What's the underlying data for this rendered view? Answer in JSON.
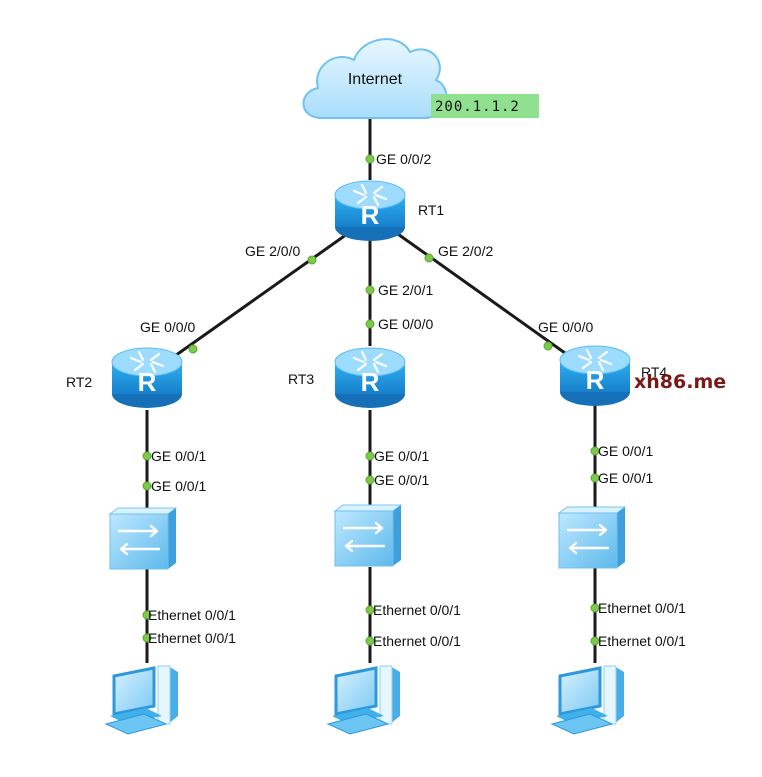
{
  "internet": {
    "label": "Internet",
    "ip": "200.1.1.2",
    "ip_bg": "#8fe08f"
  },
  "devices": {
    "rt1": {
      "label": "RT1",
      "icon": "router-icon"
    },
    "rt2": {
      "label": "RT2",
      "icon": "router-icon"
    },
    "rt3": {
      "label": "RT3",
      "icon": "router-icon"
    },
    "rt4": {
      "label": "RT4",
      "icon": "router-icon"
    },
    "sw2": {
      "icon": "switch-icon"
    },
    "sw3": {
      "icon": "switch-icon"
    },
    "sw4": {
      "icon": "switch-icon"
    },
    "pc2": {
      "icon": "pc-icon"
    },
    "pc3": {
      "icon": "pc-icon"
    },
    "pc4": {
      "icon": "pc-icon"
    }
  },
  "ports": {
    "rt1_up": "GE 0/0/2",
    "rt1_left": "GE 2/0/0",
    "rt1_mid": "GE 2/0/1",
    "rt1_right": "GE 2/0/2",
    "rt2_up": "GE 0/0/0",
    "rt3_up": "GE 0/0/0",
    "rt4_up": "GE 0/0/0",
    "rt2_down": "GE 0/0/1",
    "sw2_up": "GE 0/0/1",
    "rt3_down": "GE 0/0/1",
    "sw3_up": "GE 0/0/1",
    "rt4_down": "GE 0/0/1",
    "sw4_up": "GE 0/0/1",
    "sw2_down": "Ethernet 0/0/1",
    "pc2_up": "Ethernet 0/0/1",
    "sw3_down": "Ethernet 0/0/1",
    "pc3_up": "Ethernet 0/0/1",
    "sw4_down": "Ethernet 0/0/1",
    "pc4_up": "Ethernet 0/0/1"
  },
  "watermark": "xh86.me",
  "colors": {
    "router_fill": "#2aa4e8",
    "router_top": "#9edcff",
    "switch_fill": "#6fc4f0",
    "pc_fill": "#3fb0ea",
    "link": "#1a1a1a",
    "port_dot": "#7dc94b"
  }
}
